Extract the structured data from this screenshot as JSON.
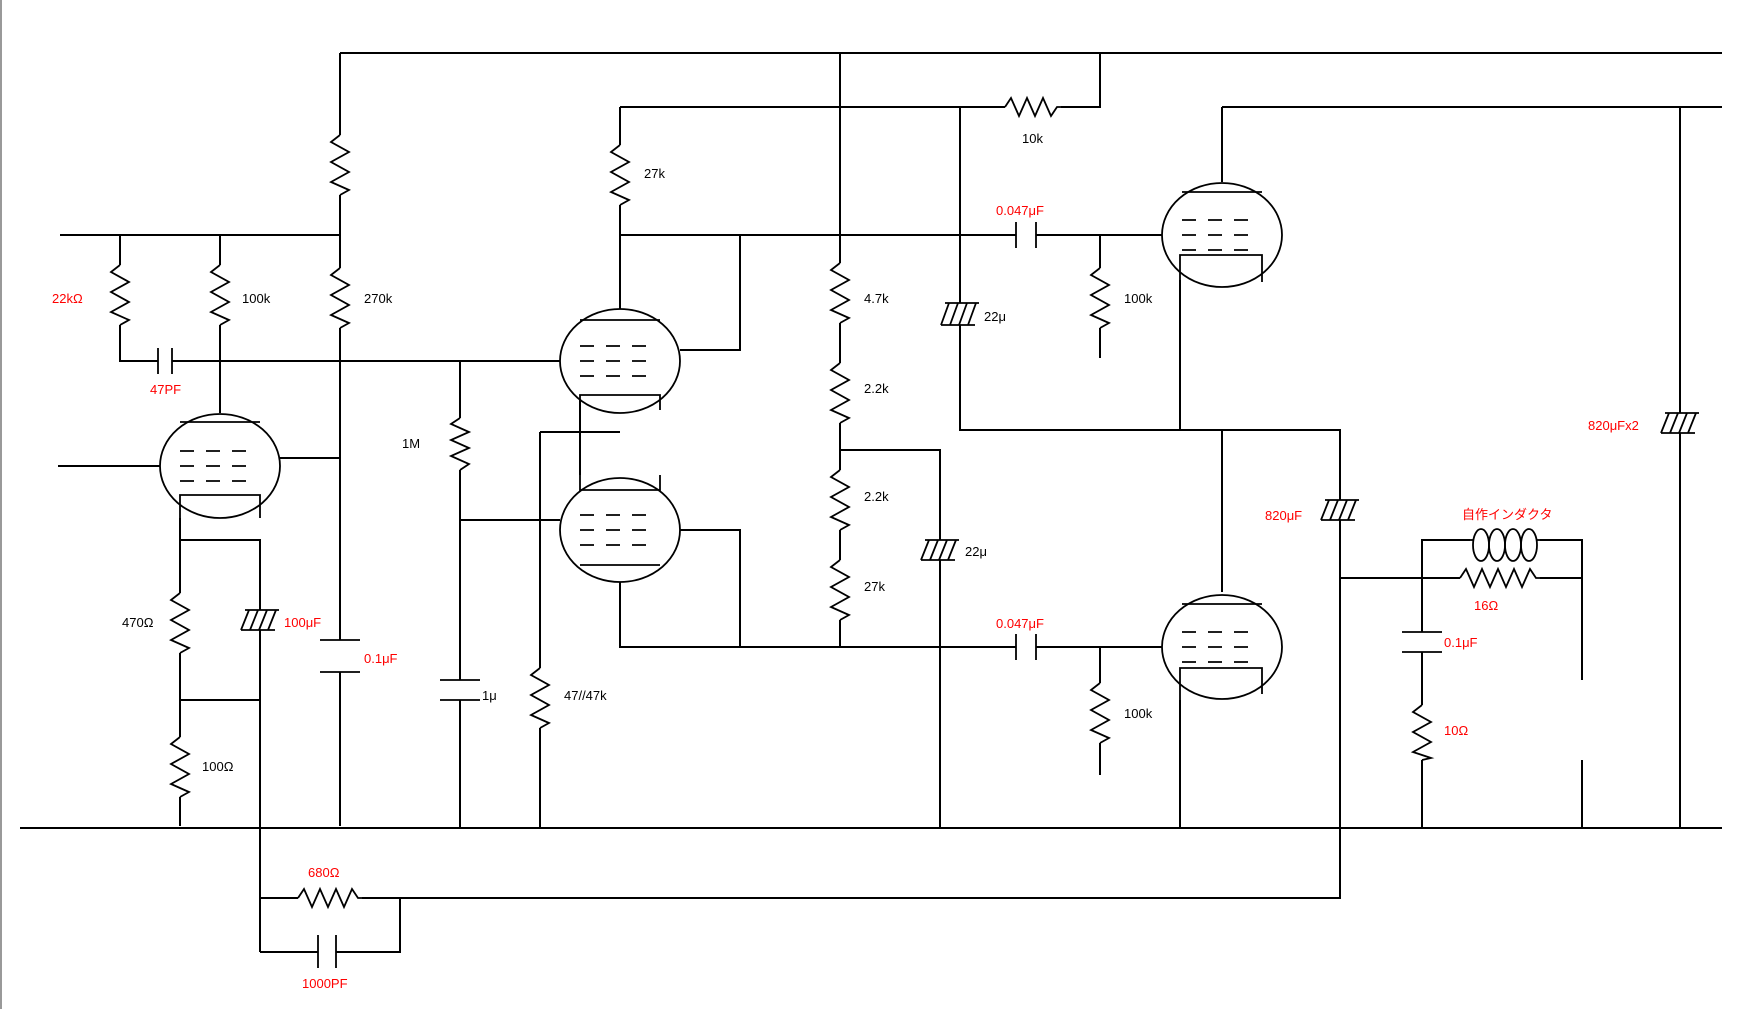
{
  "colors": {
    "wire": "#000000",
    "label_black": "#000000",
    "label_red": "#ff0000",
    "background": "#ffffff"
  },
  "labels": {
    "r_10k": "10k",
    "r_27k_top": "27k",
    "c_0047_top": "0.047μF",
    "r_22k": "22kΩ",
    "r_100k_left": "100k",
    "r_270k": "270k",
    "c_47pf": "47PF",
    "r_4_7k": "4.7k",
    "c_22u_top": "22μ",
    "r_100k_top": "100k",
    "r_2_2k_a": "2.2k",
    "c_820uf_x2": "820μFx2",
    "r_1m": "1M",
    "r_2_2k_b": "2.2k",
    "c_820uf": "820μF",
    "inductor_title": "自作インダクタ",
    "c_22u_mid": "22μ",
    "r_16": "16Ω",
    "r_470": "470Ω",
    "c_100uf": "100μF",
    "r_27k_mid": "27k",
    "c_0047_bot": "0.047μF",
    "c_01uf_left": "0.1μF",
    "c_01uf_right": "0.1μF",
    "c_1u": "1μ",
    "r_47_47k": "47//47k",
    "r_100k_bot": "100k",
    "r_10": "10Ω",
    "r_100": "100Ω",
    "r_680": "680Ω",
    "c_1000pf": "1000PF"
  }
}
